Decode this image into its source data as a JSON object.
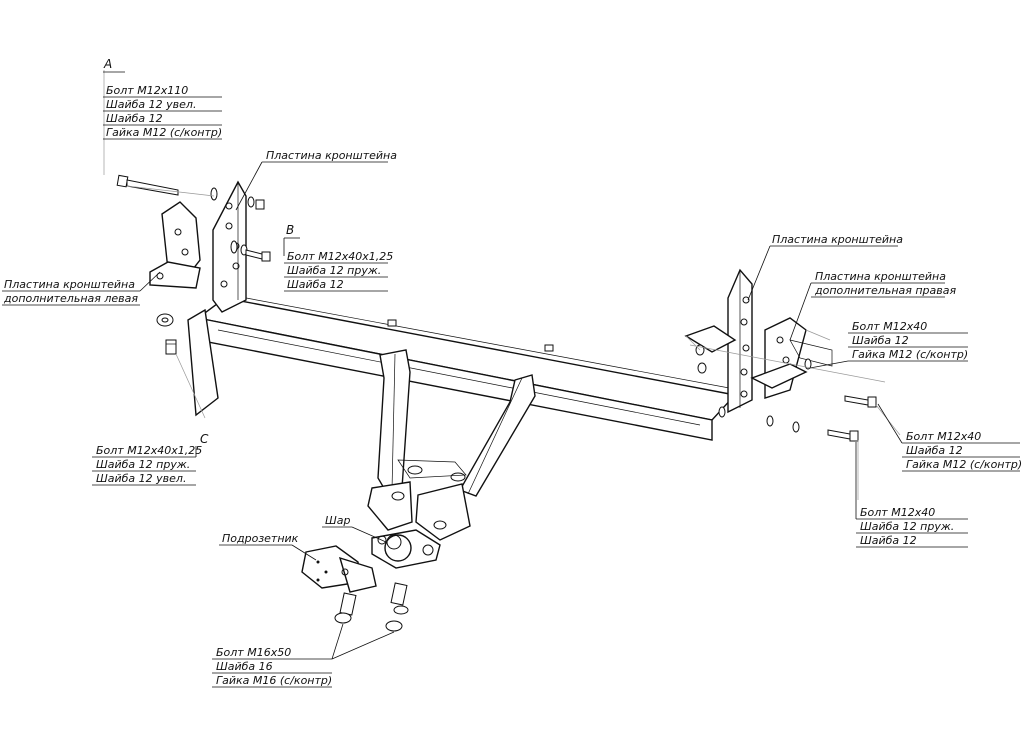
{
  "groups": {
    "A": {
      "letter": "A",
      "lines": [
        "Болт М12х110",
        "Шайба 12 увел.",
        "Шайба 12",
        "Гайка М12 (с/контр)"
      ]
    },
    "B": {
      "letter": "B",
      "lines": [
        "Болт М12х40х1,25",
        "Шайба 12 пруж.",
        "Шайба 12"
      ]
    },
    "C": {
      "letter": "C",
      "lines": [
        "Болт М12х40х1,25",
        "Шайба 12 пруж.",
        "Шайба 12 увел."
      ]
    },
    "right1": {
      "lines": [
        "Болт М12х40",
        "Шайба 12",
        "Гайка М12 (с/контр)"
      ]
    },
    "right2": {
      "lines": [
        "Болт М12х40",
        "Шайба 12",
        "Гайка М12 (с/контр)"
      ]
    },
    "right3": {
      "lines": [
        "Болт М12х40",
        "Шайба 12 пруж.",
        "Шайба 12"
      ]
    },
    "bottom": {
      "lines": [
        "Болт М16х50",
        "Шайба 16",
        "Гайка М16 (с/контр)"
      ]
    }
  },
  "parts": {
    "bracket_plate_left": "Пластина кронштейна",
    "bracket_plate_right": "Пластина кронштейна",
    "extra_plate_left": [
      "Пластина кронштейна",
      "дополнительная левая"
    ],
    "extra_plate_right": [
      "Пластина кронштейна",
      "дополнительная правая"
    ],
    "ball": "Шар",
    "socket_plate": "Подрозетник"
  }
}
